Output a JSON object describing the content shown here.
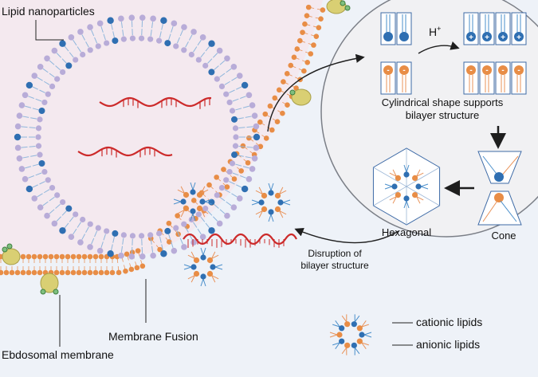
{
  "labels": {
    "lipid_nanoparticles": "Lipid nanoparticles",
    "endosomal_membrane": "Ebdosomal membrane",
    "membrane_fusion": "Membrane Fusion",
    "cylindrical_line1": "Cylindrical shape supports",
    "cylindrical_line2": "bilayer structure",
    "cone": "Cone",
    "hexagonal": "Hexagonal",
    "disruption_line1": "Disruption of",
    "disruption_line2": "bilayer structure",
    "proton": "H",
    "proton_sup": "+",
    "cationic_lipids": "cationic lipids",
    "anionic_lipids": "anionic lipids"
  },
  "colors": {
    "background": "#eef2f8",
    "endosome_interior": "#f4e9ef",
    "lnp_headgroup": "#b8acd8",
    "cationic_headgroup": "#2f6fb2",
    "anionic_headgroup": "#e88d46",
    "tail_blue": "#4a8fcb",
    "tail_orange": "#e9935a",
    "mrna": "#cc2a2a",
    "protein": "#d9cf73",
    "panel_fill": "#f1f1f3",
    "arrow": "#1e1e1e"
  },
  "icons": [
    "mrna-strand-icon",
    "membrane-protein-icon",
    "cationic-lipid-icon",
    "anionic-lipid-icon",
    "micelle-icon"
  ]
}
